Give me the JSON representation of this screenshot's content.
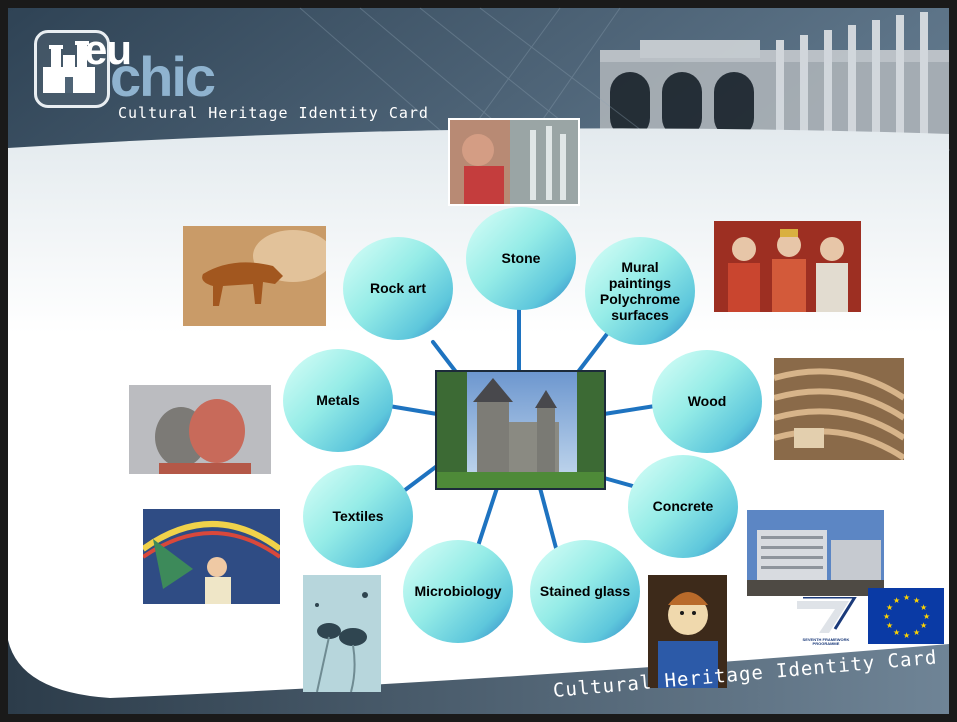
{
  "header": {
    "logo_eu": "eu",
    "logo_chic": "chic",
    "tagline": "Cultural  Heritage  Identity  Card"
  },
  "footer": {
    "tagline": "Cultural  Heritage  Identity  Card",
    "programme_lines": [
      "SEVENTH FRAMEWORK",
      "PROGRAMME"
    ]
  },
  "diagram": {
    "center": "castle-photo",
    "nodes": [
      {
        "id": "stone",
        "label": "Stone"
      },
      {
        "id": "mural",
        "label": "Mural\npaintings\nPolychrome\nsurfaces"
      },
      {
        "id": "wood",
        "label": "Wood"
      },
      {
        "id": "concrete",
        "label": "Concrete"
      },
      {
        "id": "stained-glass",
        "label": "Stained glass"
      },
      {
        "id": "microbiology",
        "label": "Microbiology"
      },
      {
        "id": "textiles",
        "label": "Textiles"
      },
      {
        "id": "metals",
        "label": "Metals"
      },
      {
        "id": "rock-art",
        "label": "Rock art"
      }
    ]
  },
  "colors": {
    "node_light": "#dbfff8",
    "node_mid": "#95ece7",
    "node_dark": "#2d7fc4",
    "connector": "#1e73c0",
    "frame": "#1a1a1a",
    "banner": "#4f6476",
    "eu_blue": "#0a3aa5",
    "eu_star": "#ffd400"
  }
}
